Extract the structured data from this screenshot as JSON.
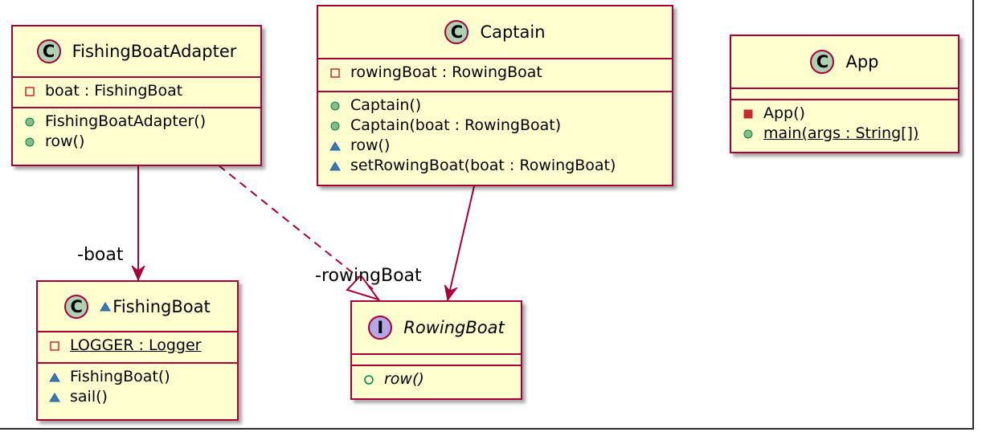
{
  "colors": {
    "class_fill": "#fefece",
    "class_border": "#a80036",
    "class_badge": "#add1b2",
    "interface_badge": "#b4a7e5",
    "arrow": "#a80036",
    "private_marker": "#c82930",
    "public_marker": "#84be84",
    "package_marker": "#4177af"
  },
  "classes": {
    "fishing_boat_adapter": {
      "badge": "C",
      "name": "FishingBoatAdapter",
      "fields": [
        {
          "vis": "private",
          "text": "boat : FishingBoat"
        }
      ],
      "methods": [
        {
          "vis": "public",
          "text": "FishingBoatAdapter()"
        },
        {
          "vis": "public",
          "text": "row()"
        }
      ]
    },
    "captain": {
      "badge": "C",
      "name": "Captain",
      "fields": [
        {
          "vis": "private",
          "text": "rowingBoat : RowingBoat"
        }
      ],
      "methods": [
        {
          "vis": "public",
          "text": "Captain()"
        },
        {
          "vis": "public",
          "text": "Captain(boat : RowingBoat)"
        },
        {
          "vis": "package",
          "text": "row()"
        },
        {
          "vis": "package",
          "text": "setRowingBoat(boat : RowingBoat)"
        }
      ]
    },
    "app": {
      "badge": "C",
      "name": "App",
      "fields": [],
      "methods": [
        {
          "vis": "private",
          "text": "App()"
        },
        {
          "vis": "public",
          "text": "main(args : String[])"
        }
      ]
    },
    "fishing_boat": {
      "badge": "C",
      "name": "FishingBoat",
      "name_visibility": "package",
      "fields": [
        {
          "vis": "private",
          "text": "LOGGER : Logger"
        }
      ],
      "methods": [
        {
          "vis": "package",
          "text": "FishingBoat()"
        },
        {
          "vis": "package",
          "text": "sail()"
        }
      ]
    },
    "rowing_boat": {
      "badge": "I",
      "name": "RowingBoat",
      "fields": [],
      "methods": [
        {
          "vis": "public",
          "text": "row()"
        }
      ]
    }
  },
  "relations": [
    {
      "from": "FishingBoatAdapter",
      "to": "FishingBoat",
      "kind": "association",
      "label": "-boat"
    },
    {
      "from": "FishingBoatAdapter",
      "to": "RowingBoat",
      "kind": "realization",
      "label": "-rowingBoat"
    },
    {
      "from": "Captain",
      "to": "RowingBoat",
      "kind": "association",
      "label": ""
    }
  ]
}
